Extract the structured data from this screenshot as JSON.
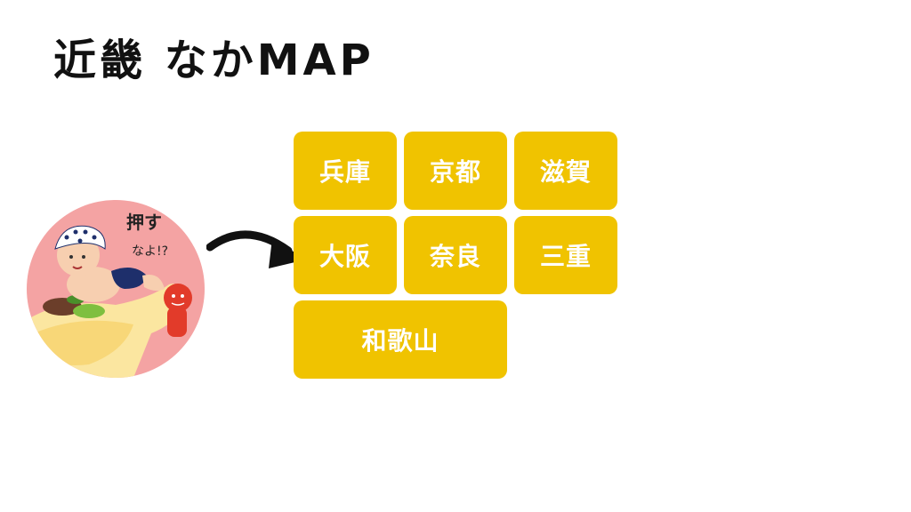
{
  "title": "近畿 なかMAP",
  "illustration": {
    "caption_line1": "押す",
    "caption_line2": "なよ!?"
  },
  "prefectures": [
    {
      "label": "兵庫"
    },
    {
      "label": "京都"
    },
    {
      "label": "滋賀"
    },
    {
      "label": "大阪"
    },
    {
      "label": "奈良"
    },
    {
      "label": "三重"
    },
    {
      "label": "和歌山"
    }
  ],
  "colors": {
    "button": "#f0c300",
    "button_text": "#ffffff",
    "illustration_bg": "#f4a3a3"
  }
}
